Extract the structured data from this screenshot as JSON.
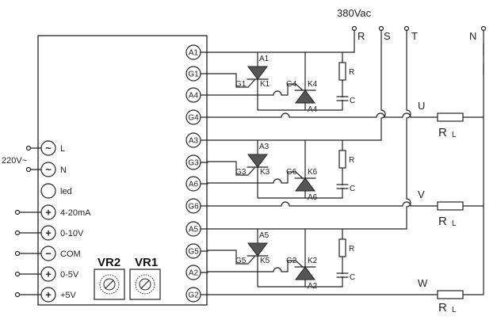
{
  "supply": {
    "three_phase": "380Vac",
    "single_phase": "220V~"
  },
  "phases": {
    "r": "R",
    "s": "S",
    "t": "T",
    "n": "N"
  },
  "outputs": {
    "u": "U",
    "v": "V",
    "w": "W"
  },
  "load_label": "R",
  "load_sub": "L",
  "left_terminals": [
    {
      "symbol": "~",
      "label": "L"
    },
    {
      "symbol": "~",
      "label": "N"
    },
    {
      "symbol": "",
      "label": "led"
    },
    {
      "symbol": "+",
      "label": "4-20mA"
    },
    {
      "symbol": "+",
      "label": "0-10V"
    },
    {
      "symbol": "−",
      "label": "COM"
    },
    {
      "symbol": "+",
      "label": "0-5V"
    },
    {
      "symbol": "+",
      "label": "+5V"
    }
  ],
  "potentiometers": [
    "VR2",
    "VR1"
  ],
  "right_pins": [
    "A1",
    "G1",
    "A4",
    "G4",
    "A3",
    "G3",
    "A6",
    "G6",
    "A5",
    "G5",
    "A2",
    "G2"
  ],
  "thyristor_pairs": [
    {
      "scr1_anode": "A1",
      "scr1_gate": "G1",
      "scr1_cathode": "K1",
      "scr2_gate": "G4",
      "scr2_cathode": "K4",
      "scr2_anode": "A4"
    },
    {
      "scr1_anode": "A3",
      "scr1_gate": "G3",
      "scr1_cathode": "K3",
      "scr2_gate": "G6",
      "scr2_cathode": "K6",
      "scr2_anode": "A6"
    },
    {
      "scr1_anode": "A5",
      "scr1_gate": "G5",
      "scr1_cathode": "K5",
      "scr2_gate": "G2",
      "scr2_cathode": "K2",
      "scr2_anode": "A2"
    }
  ],
  "snubber": {
    "resistor": "R",
    "capacitor": "C"
  }
}
